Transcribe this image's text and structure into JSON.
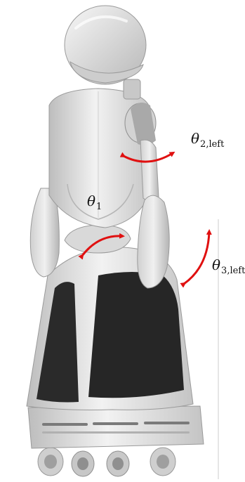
{
  "labels": {
    "theta1": {
      "symbol": "θ",
      "sub": "1"
    },
    "theta2": {
      "symbol": "θ",
      "sub": "2,left"
    },
    "theta3": {
      "symbol": "θ",
      "sub": "3,left"
    }
  },
  "colors": {
    "arrow": "#e01010",
    "body_light": "#e8e8e8",
    "body_mid": "#cfcfcf",
    "body_shadow": "#a9a9a9",
    "panel_dark": "#2a2a2a",
    "outline": "#9a9a9a"
  }
}
